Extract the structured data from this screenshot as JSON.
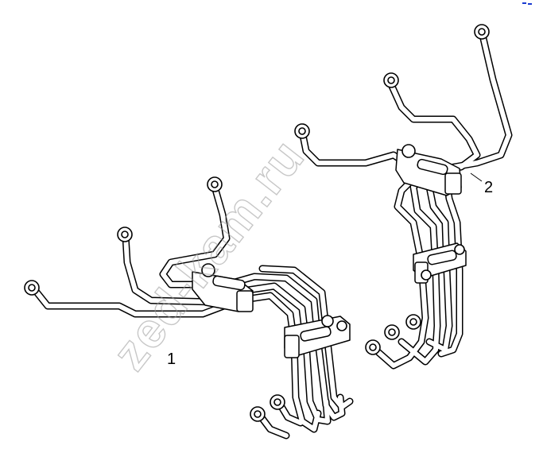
{
  "diagram": {
    "callouts": [
      {
        "id": "1",
        "text": "1"
      },
      {
        "id": "2",
        "text": "2"
      }
    ],
    "watermark": "zed-kam.ru",
    "colors": {
      "line": "#000000",
      "background": "#ffffff",
      "watermark": "#9a9a9a",
      "corner_mark": "#1a3bd1"
    }
  }
}
